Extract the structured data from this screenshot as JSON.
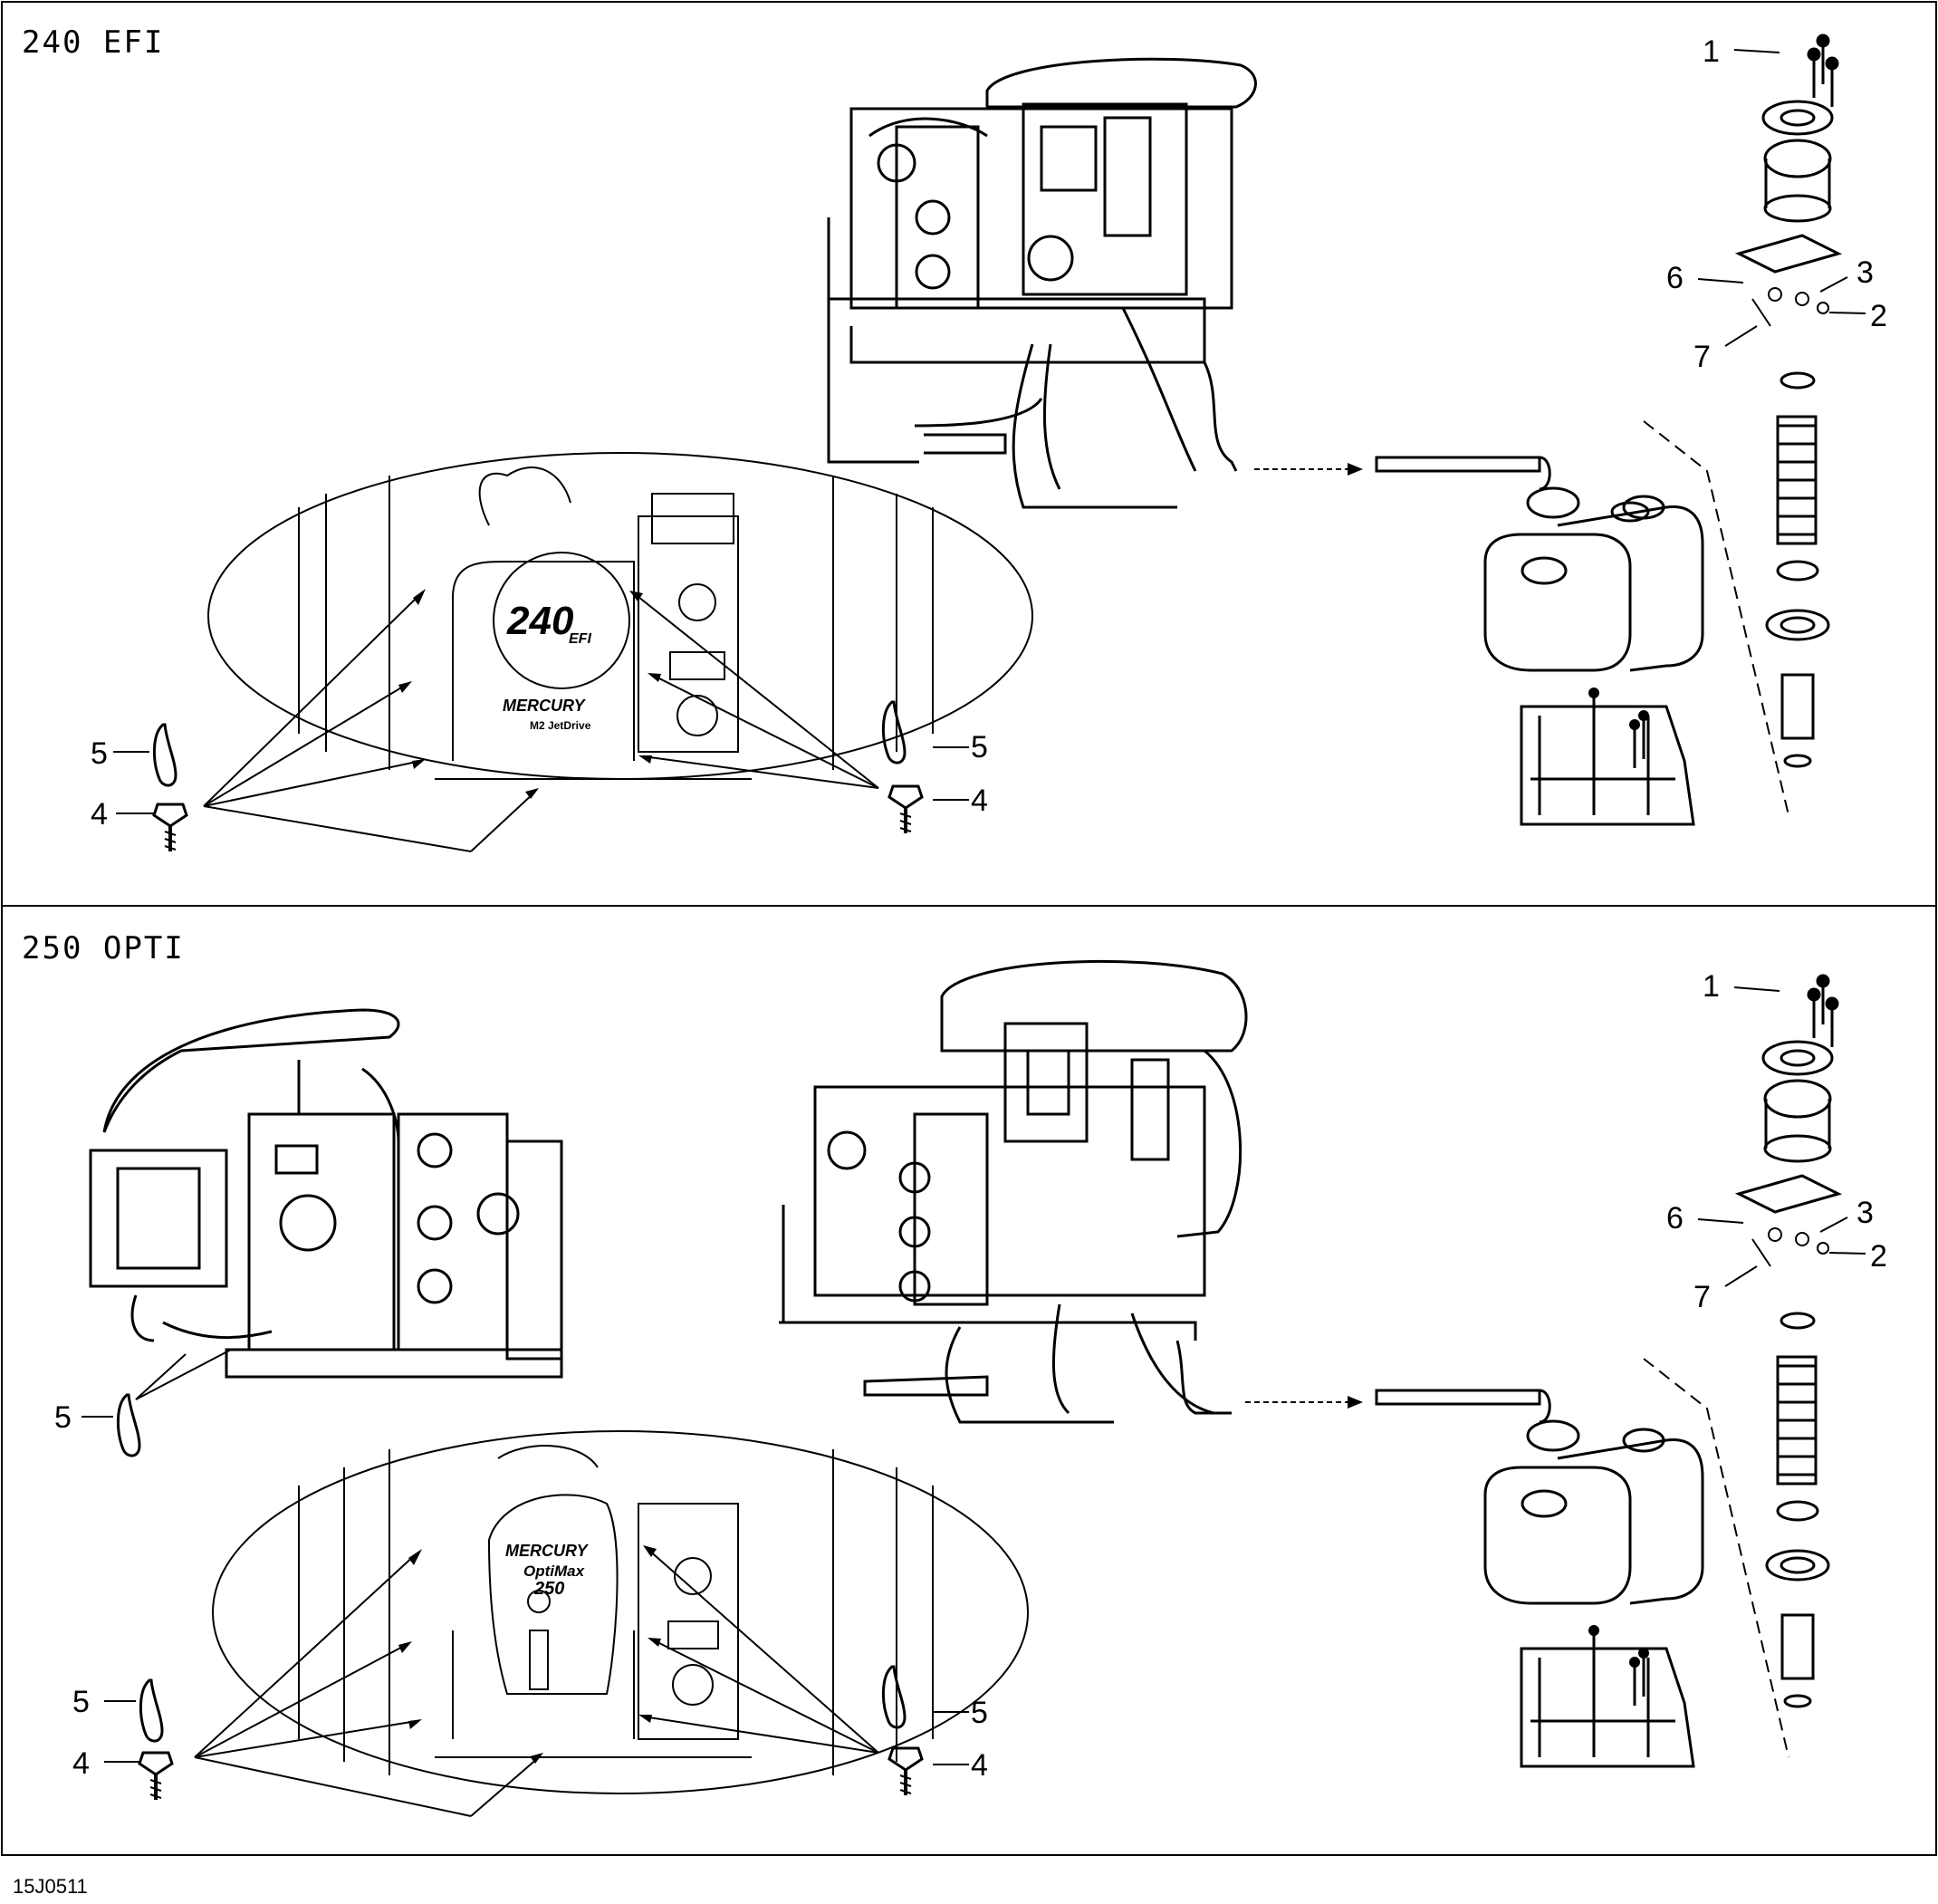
{
  "figure_code": "15J0511",
  "panels": [
    {
      "title": "240 EFI",
      "badge": "240",
      "badge_sub": "EFI",
      "brand": "MERCURY",
      "brand_sub": "M2 JetDrive",
      "callouts": [
        "1",
        "2",
        "3",
        "4",
        "5",
        "6",
        "7"
      ]
    },
    {
      "title": "250 OPTI",
      "badge": "OptiMax",
      "badge_sub": "250",
      "brand": "MERCURY",
      "callouts": [
        "1",
        "2",
        "3",
        "4",
        "5",
        "6",
        "7"
      ]
    }
  ],
  "style": {
    "line": "#000000",
    "background": "#ffffff"
  }
}
